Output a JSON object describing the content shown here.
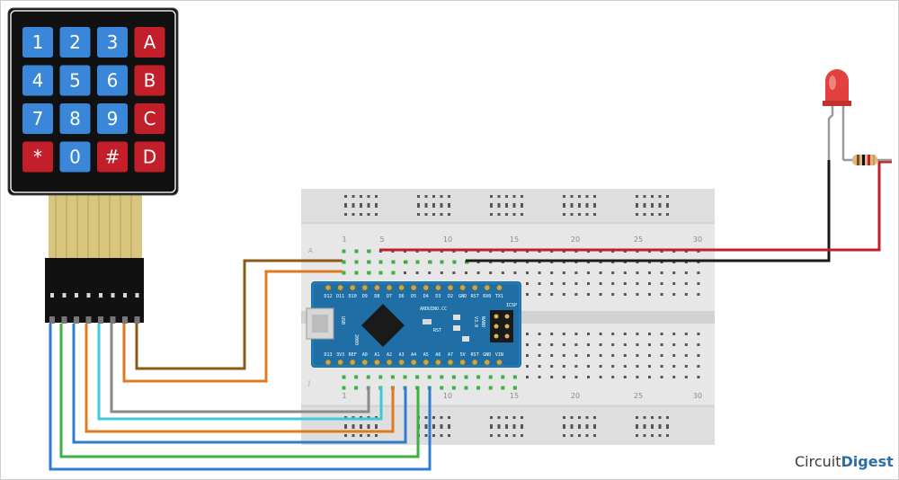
{
  "keypad": {
    "keys": [
      "1",
      "2",
      "3",
      "A",
      "4",
      "5",
      "6",
      "B",
      "7",
      "8",
      "9",
      "C",
      "*",
      "0",
      "#",
      "D"
    ],
    "colors": {
      "blue": "#3a86d8",
      "red": "#c21f2a",
      "body": "#111111"
    }
  },
  "breadboard": {
    "column_numbers": [
      "1",
      "5",
      "10",
      "15",
      "20",
      "25",
      "30"
    ],
    "row_letters": [
      "A",
      "J"
    ]
  },
  "arduino": {
    "top_pins": [
      "D12",
      "D11",
      "D10",
      "D9",
      "D8",
      "D7",
      "D6",
      "D5",
      "D4",
      "D3",
      "D2",
      "GND",
      "RST",
      "RX0",
      "TX1"
    ],
    "bottom_pins": [
      "D13",
      "3V3",
      "REF",
      "A0",
      "A1",
      "A2",
      "A3",
      "A4",
      "A5",
      "A6",
      "A7",
      "5V",
      "RST",
      "GND",
      "VIN"
    ],
    "labels": {
      "usb": "USB",
      "board": "NANO",
      "version": "V3.0",
      "brand": "ARDUINO.CC",
      "icsp": "ICSP",
      "year": "2009",
      "rst": "RST"
    }
  },
  "brand": {
    "part1": "Circuit",
    "part2": "Digest"
  }
}
